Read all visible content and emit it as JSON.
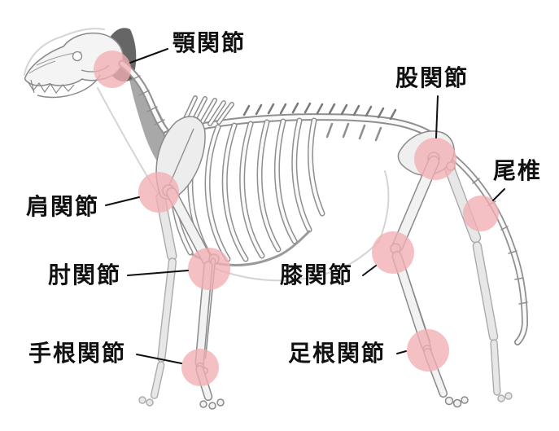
{
  "diagram": {
    "subject": "dog-skeleton-joint-anatomy",
    "labels": [
      {
        "id": "jaw",
        "text": "顎関節"
      },
      {
        "id": "hip",
        "text": "股関節"
      },
      {
        "id": "tail",
        "text": "尾椎"
      },
      {
        "id": "shoulder",
        "text": "肩関節"
      },
      {
        "id": "elbow",
        "text": "肘関節"
      },
      {
        "id": "knee",
        "text": "膝関節"
      },
      {
        "id": "carpal",
        "text": "手根関節"
      },
      {
        "id": "tarsal",
        "text": "足根関節"
      }
    ],
    "colors": {
      "highlight_circle": "#f2aeb3",
      "label_text": "#111111",
      "leader_line": "#111111",
      "bone_outline": "#8a8a8a",
      "bone_fill": "#f2f2f2",
      "background": "#ffffff"
    }
  }
}
